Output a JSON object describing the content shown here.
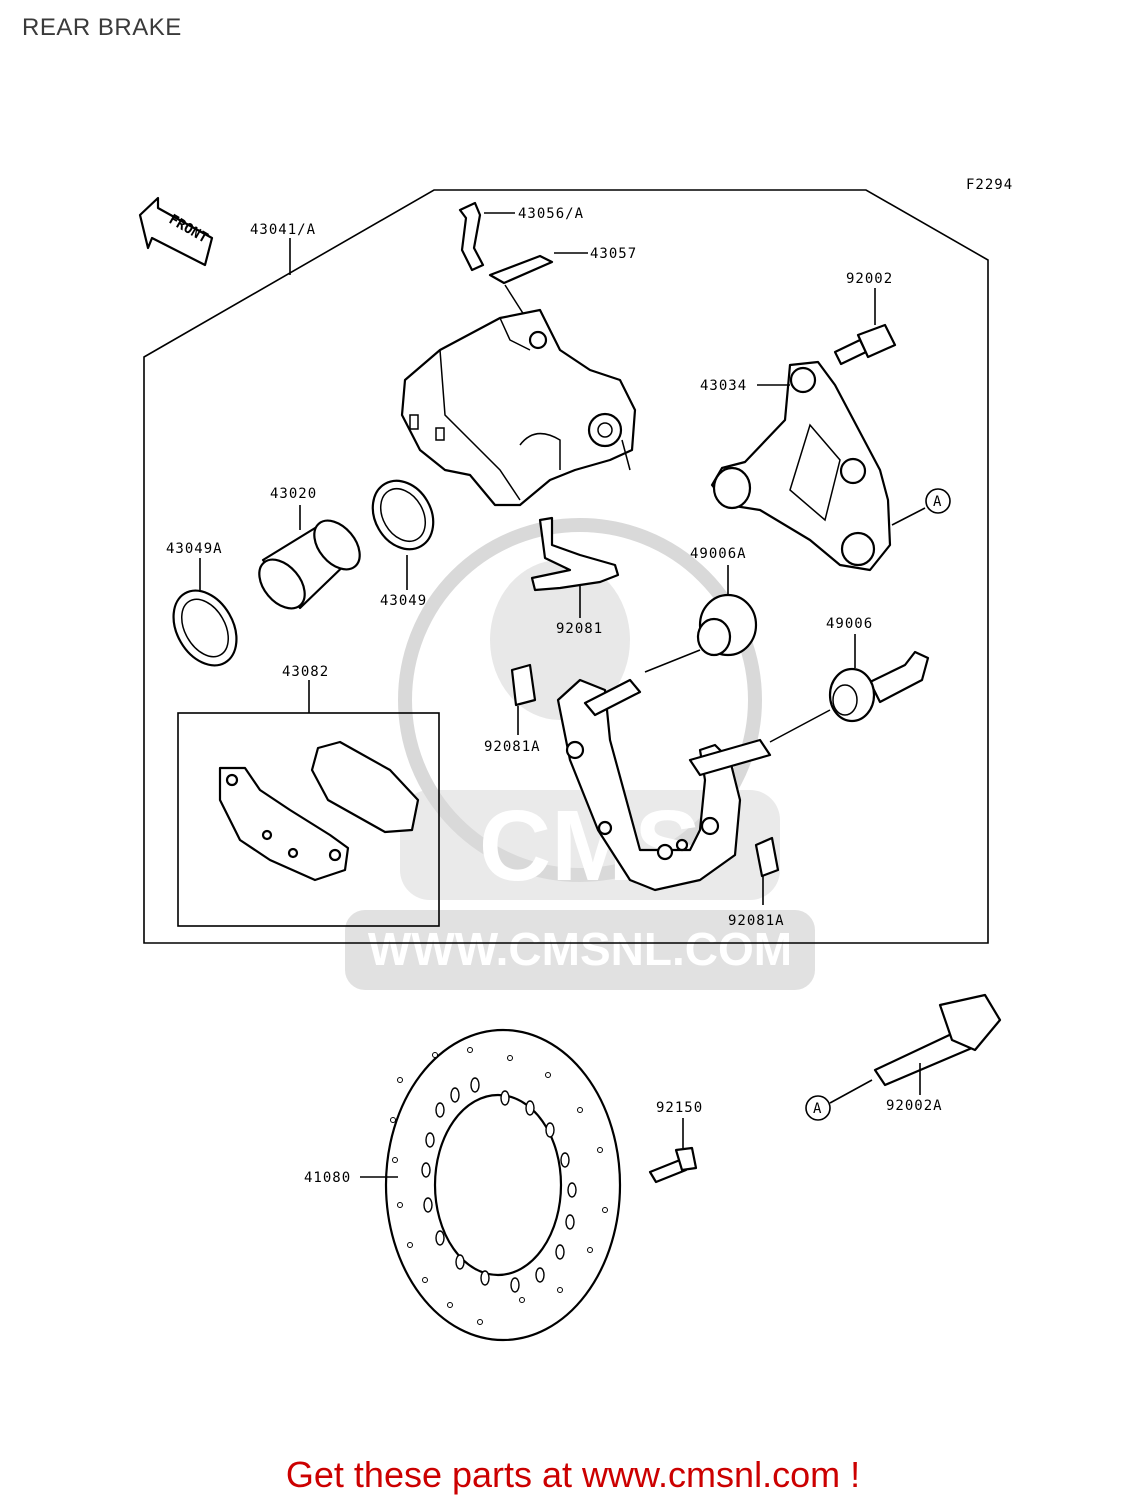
{
  "page": {
    "title": "REAR BRAKE",
    "figure_code": "F2294"
  },
  "colors": {
    "footer_text": "#cc0000",
    "watermark": "#d9d9d9",
    "ink": "#000000"
  },
  "direction": {
    "label": "FRONT"
  },
  "parts": {
    "caliper_assy": "43041/A",
    "bleed_valve": "43056/A",
    "cap": "43057",
    "bolt_upper": "92002",
    "bracket": "43034",
    "piston": "43020",
    "seal_dust": "43049A",
    "seal_piston": "43049",
    "spring_pad": "92081",
    "boot_a": "49006A",
    "boot_b": "49006",
    "pad_assy": "43082",
    "spring_a_upper": "92081A",
    "spring_a_lower": "92081A",
    "disc": "41080",
    "disc_bolt": "92150",
    "bolt_lower": "92002A"
  },
  "ref_marks": {
    "upper": "A",
    "lower": "A"
  },
  "watermark": {
    "brand": "CMS",
    "url": "WWW.CMSNL.COM"
  },
  "footer": {
    "text": "Get these parts at www.cmsnl.com !"
  }
}
